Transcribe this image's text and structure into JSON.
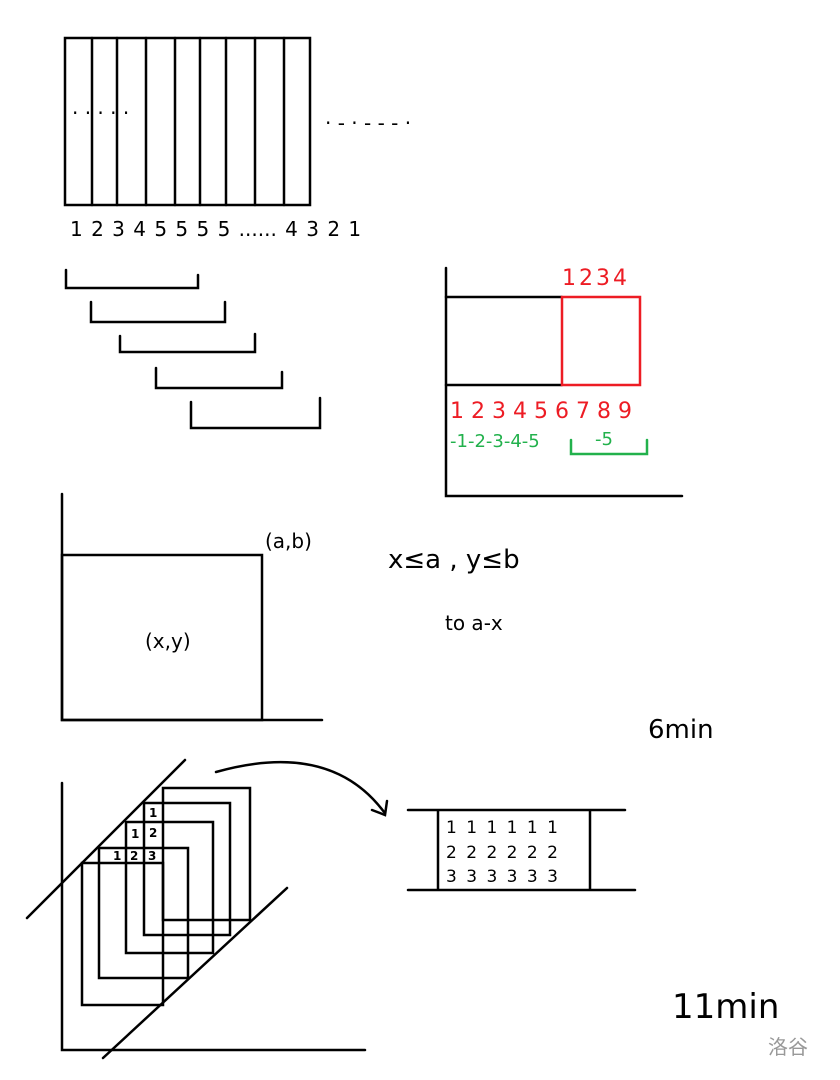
{
  "top": {
    "dots": "·  ·  ·  ·  ·",
    "dashes": "· - · -  - - ·",
    "sequence": "1 2 3 4 5 5 5 5 ...... 4 3 2 1"
  },
  "right_diagram": {
    "top_numbers": "1234",
    "bottom_numbers": "123456789",
    "green_deltas": "-1-2-3-4-5",
    "green_bracket_label": "-5",
    "colors": {
      "red": "#ed1c24",
      "green": "#22b14c"
    }
  },
  "middle": {
    "corner_label": "(a,b)",
    "point_label": "(x,y)",
    "condition": "x≤a , y≤b",
    "note": "to  a-x",
    "time": "6min"
  },
  "bottom": {
    "cell_labels": [
      "1",
      "1",
      "2",
      "1",
      "2",
      "3"
    ],
    "table_rows": [
      "1 1 1 1 1 1",
      "2 2 2 2 2 2",
      "3 3 3 3 3 3"
    ],
    "time": "11min"
  },
  "watermark": "洛谷"
}
